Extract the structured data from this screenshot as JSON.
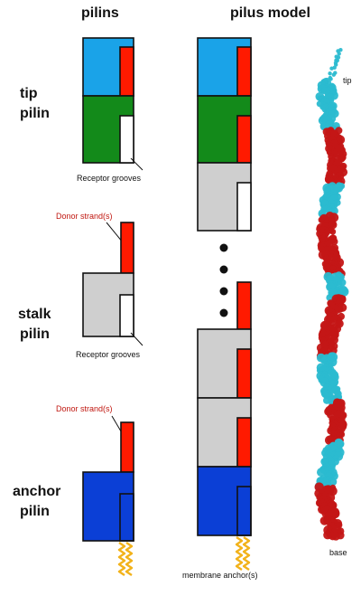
{
  "headers": {
    "pilins": "pilins",
    "pilus_model": "pilus model"
  },
  "side_labels": {
    "tip_line1": "tip",
    "tip_line2": "pilin",
    "stalk_line1": "stalk",
    "stalk_line2": "pilin",
    "anchor_line1": "anchor",
    "anchor_line2": "pilin"
  },
  "annotations": {
    "receptor_grooves_1": "Receptor grooves",
    "donor_strands_1": "Donor strand(s)",
    "receptor_grooves_2": "Receptor grooves",
    "donor_strands_2": "Donor strand(s)",
    "membrane_anchor": "membrane anchor(s)"
  },
  "structure_labels": {
    "tip": "tip",
    "base": "base"
  },
  "colors": {
    "tip_blue": "#1aa3e8",
    "tip_green": "#138a1a",
    "stalk_grey": "#cfcfcf",
    "anchor_blue": "#0b3fd6",
    "donor_red": "#ff1a00",
    "anchor_yellow": "#f2b21a",
    "structure_cyan": "#2bbad0",
    "structure_red": "#c41616"
  }
}
